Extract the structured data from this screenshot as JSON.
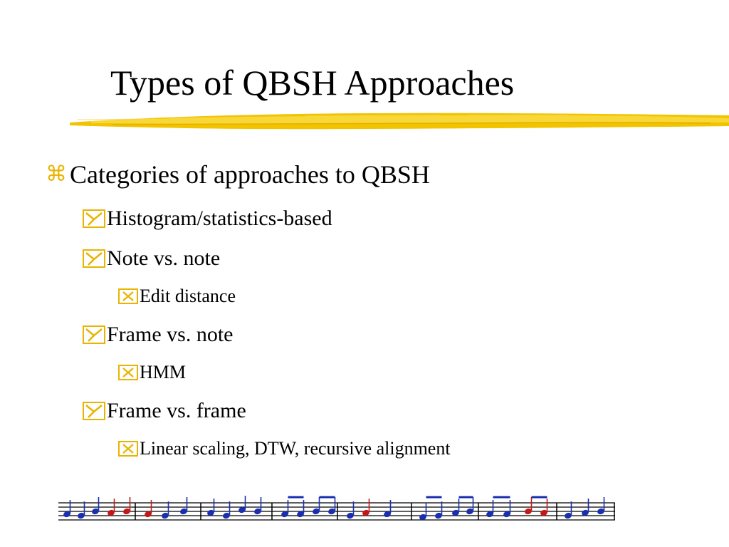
{
  "slide": {
    "title": "Types of QBSH Approaches",
    "accent_color": "#f2c400",
    "bullets": [
      {
        "text": "Categories of approaches to QBSH",
        "icon": "command-key-icon",
        "children": [
          {
            "text": "Histogram/statistics-based",
            "icon": "checkbox-y-icon",
            "children": []
          },
          {
            "text": "Note vs. note",
            "icon": "checkbox-y-icon",
            "children": [
              {
                "text": "Edit distance",
                "icon": "checkbox-x-icon"
              }
            ]
          },
          {
            "text": "Frame vs. note",
            "icon": "checkbox-y-icon",
            "children": [
              {
                "text": "HMM",
                "icon": "checkbox-x-icon"
              }
            ]
          },
          {
            "text": "Frame vs. frame",
            "icon": "checkbox-y-icon",
            "children": [
              {
                "text": "Linear scaling, DTW, recursive alignment",
                "icon": "checkbox-x-icon"
              }
            ]
          }
        ]
      }
    ],
    "decoration": {
      "music_staff": "music-staff-decoration"
    }
  }
}
